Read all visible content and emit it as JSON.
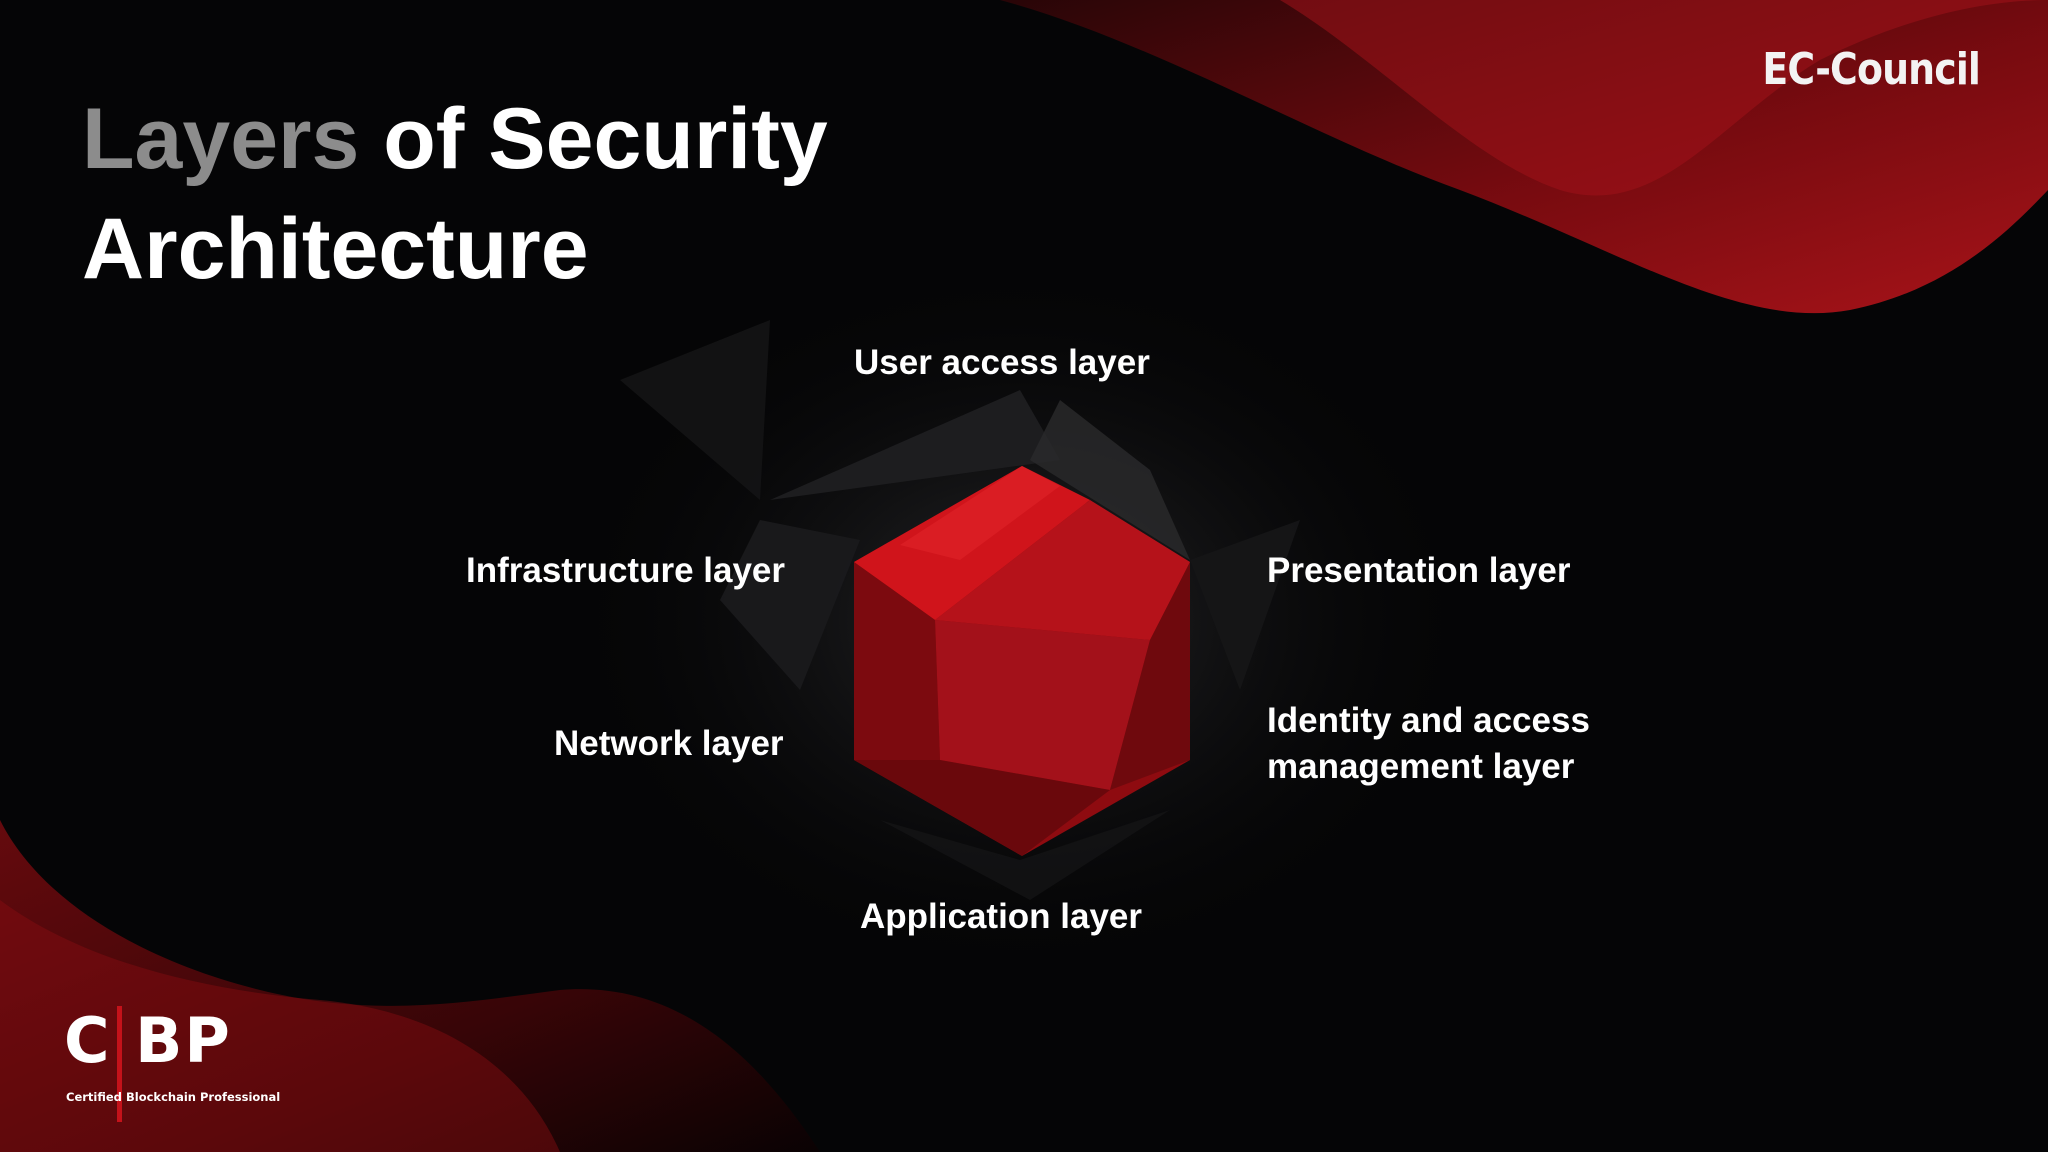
{
  "header": {
    "brand": "EC-Council",
    "title_accent": "Layers",
    "title_rest_line1": " of Security",
    "title_line2": "Architecture"
  },
  "diagram": {
    "center": "red-polyhedron",
    "layers": {
      "top": "User access layer",
      "upper_left": "Infrastructure layer",
      "upper_right": "Presentation layer",
      "lower_left": "Network layer",
      "lower_right_line1": "Identity and access",
      "lower_right_line2": "management layer",
      "bottom": "Application layer"
    }
  },
  "footer_logo": {
    "letters": "C BP",
    "left_text": "Certified",
    "right_text": "Blockchain Professional"
  },
  "colors": {
    "background": "#050506",
    "accent_red": "#c4121a",
    "title_gray": "#8c8c8c",
    "text": "#ffffff"
  }
}
